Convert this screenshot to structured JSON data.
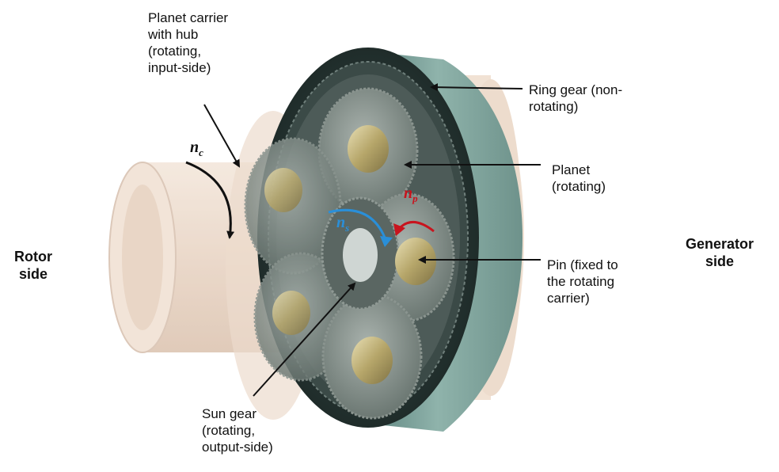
{
  "labels": {
    "carrier": "Planet carrier\nwith hub\n(rotating,\ninput-side)",
    "ring": "Ring gear (non-\nrotating)",
    "planet": "Planet\n(rotating)",
    "pin": "Pin (fixed to\nthe rotating\ncarrier)",
    "sun": "Sun gear\n(rotating,\noutput-side)",
    "rotor_side": "Rotor\nside",
    "generator_side": "Generator\nside"
  },
  "symbols": {
    "n_c_base": "n",
    "n_c_sub": "c",
    "n_p_base": "n",
    "n_p_sub": "p",
    "n_s_base": "n",
    "n_s_sub": "s"
  },
  "colors": {
    "ring_face": "#2b3a38",
    "ring_rim": "#7fa39c",
    "hub": "#e9d5c4",
    "planet_symbol": "#c8141e",
    "sun_symbol": "#2a8fd8",
    "carrier_symbol": "#111111"
  }
}
